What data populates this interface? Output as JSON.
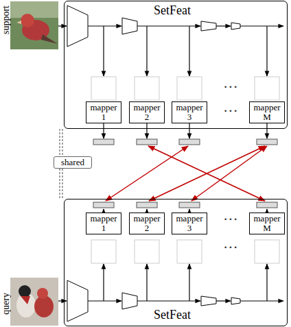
{
  "diagram": {
    "nodes": [
      {
        "text": [
          "SetFeat"
        ]
      },
      {
        "text": [
          "mapper 1"
        ],
        "in": 0
      },
      {
        "text": [
          "mapper 2"
        ],
        "in": 0
      },
      {
        "text": [
          "mapper 3"
        ],
        "in": 0
      },
      {
        "text": [
          "mapper M"
        ],
        "in": 0
      },
      {
        "text": [
          "shared"
        ]
      },
      {
        "text": [
          "SetFeat"
        ]
      },
      {
        "text": [
          "mapper 1"
        ],
        "in": 6
      },
      {
        "text": [
          "mapper 2"
        ],
        "in": 6
      },
      {
        "text": [
          "mapper 3"
        ],
        "in": 6
      },
      {
        "text": [
          "mapper M"
        ],
        "in": 6
      }
    ],
    "labels": [
      "support",
      "•••",
      "•••",
      "•••",
      "•••",
      "query"
    ]
  }
}
